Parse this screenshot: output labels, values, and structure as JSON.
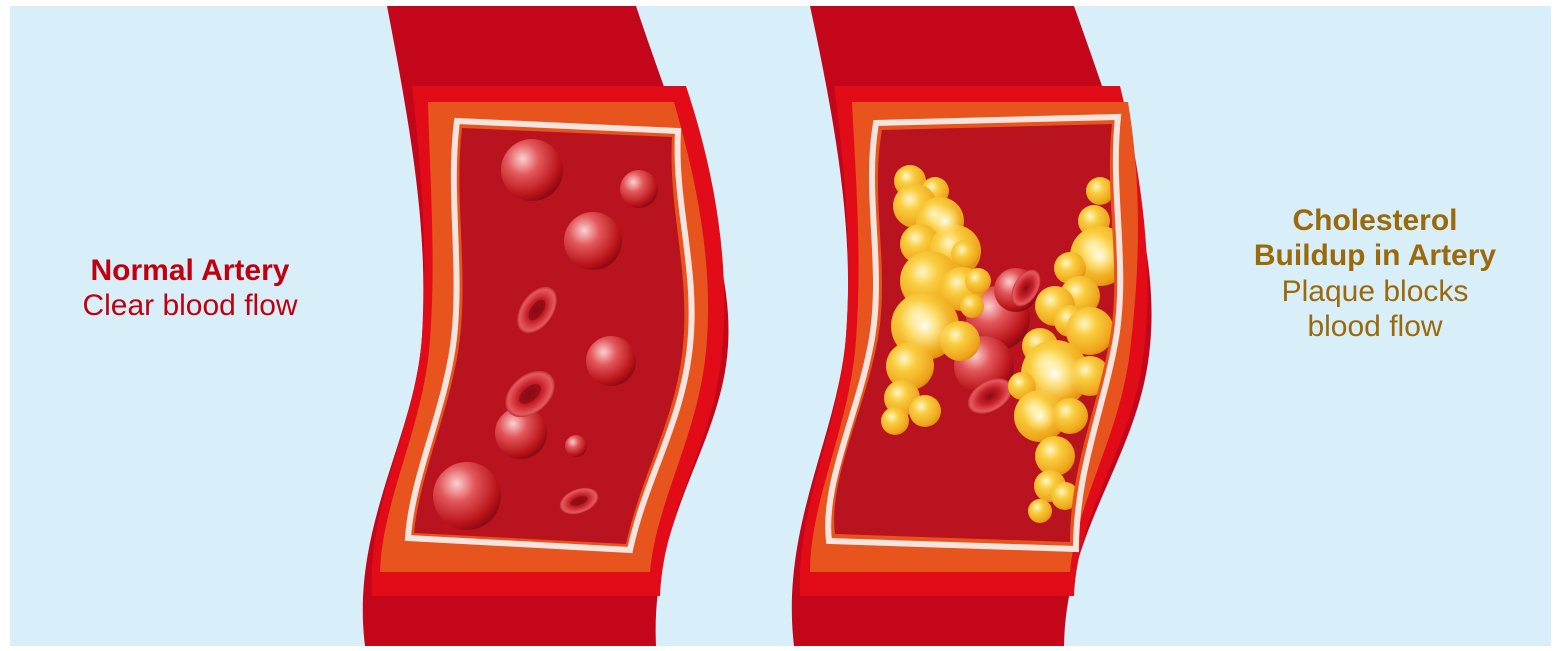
{
  "normal": {
    "title": "Normal Artery",
    "subtitle": "Clear blood flow"
  },
  "blocked": {
    "title_line1": "Cholesterol",
    "title_line2": "Buildup in Artery",
    "subtitle_line1": "Plaque blocks",
    "subtitle_line2": "blood flow"
  },
  "colors": {
    "background": "#d8eef9",
    "artery_outer": "#c4061a",
    "artery_ring": "#e8541e",
    "artery_lumen": "#b8131f",
    "normal_text": "#c0000f",
    "blocked_text": "#9a6a0a",
    "plaque": "#f5b21c"
  }
}
